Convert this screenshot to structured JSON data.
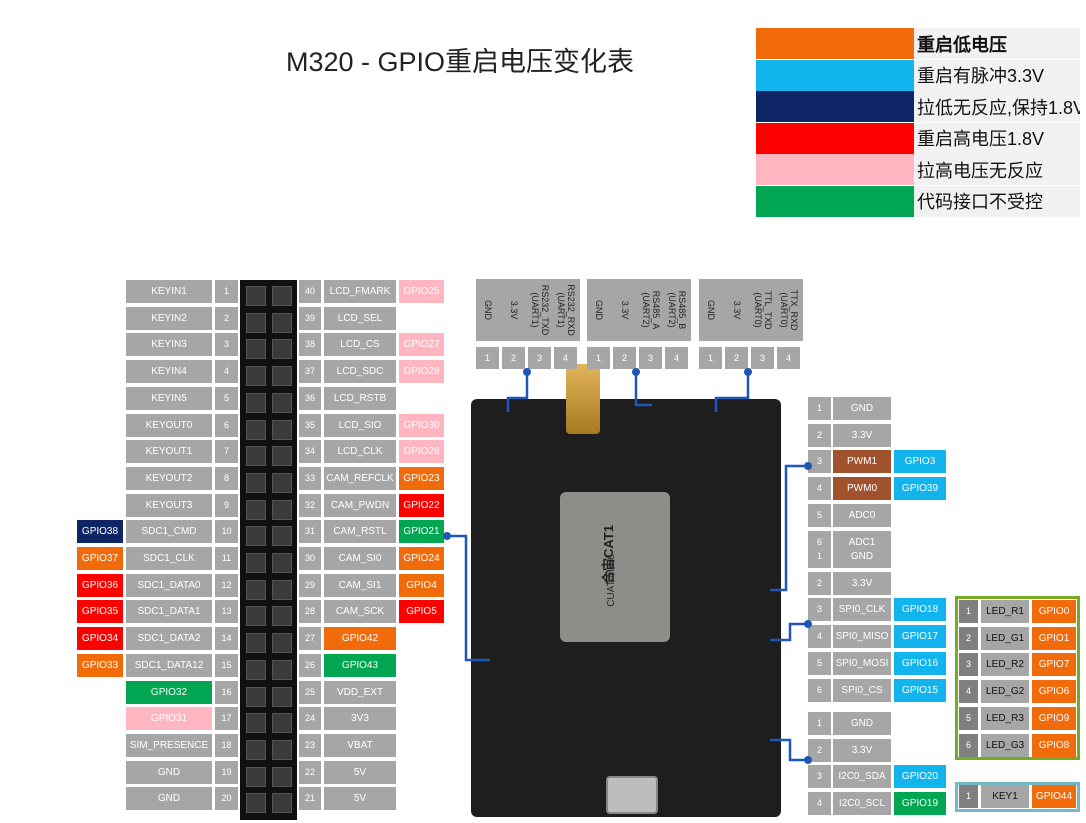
{
  "title": "M320 - GPIO重启电压变化表",
  "colors": {
    "orange": "#f26b0a",
    "cyan": "#12b4ee",
    "navy": "#0e2566",
    "red": "#ff0000",
    "pink": "#ffb6c1",
    "green": "#00a651",
    "gray": "#a6a6a6"
  },
  "legend": [
    {
      "color": "orange",
      "text": "重启低电压"
    },
    {
      "color": "cyan",
      "text": "重启有脉冲3.3V"
    },
    {
      "color": "navy",
      "text": "拉低无反应,保持1.8V"
    },
    {
      "color": "red",
      "text": "重启高电压1.8V"
    },
    {
      "color": "pink",
      "text": "拉高电压无反应"
    },
    {
      "color": "green",
      "text": "代码接口不受控"
    }
  ],
  "left_header": {
    "left_rows": [
      {
        "ext": "",
        "ext_color": "",
        "name": "KEYIN1",
        "pin": "1"
      },
      {
        "ext": "",
        "ext_color": "",
        "name": "KEYIN2",
        "pin": "2"
      },
      {
        "ext": "",
        "ext_color": "",
        "name": "KEYIN3",
        "pin": "3"
      },
      {
        "ext": "",
        "ext_color": "",
        "name": "KEYIN4",
        "pin": "4"
      },
      {
        "ext": "",
        "ext_color": "",
        "name": "KEYIN5",
        "pin": "5"
      },
      {
        "ext": "",
        "ext_color": "",
        "name": "KEYOUT0",
        "pin": "6"
      },
      {
        "ext": "",
        "ext_color": "",
        "name": "KEYOUT1",
        "pin": "7"
      },
      {
        "ext": "",
        "ext_color": "",
        "name": "KEYOUT2",
        "pin": "8"
      },
      {
        "ext": "",
        "ext_color": "",
        "name": "KEYOUT3",
        "pin": "9"
      },
      {
        "ext": "GPIO38",
        "ext_color": "navy",
        "name": "SDC1_CMD",
        "pin": "10"
      },
      {
        "ext": "GPIO37",
        "ext_color": "orange",
        "name": "SDC1_CLK",
        "pin": "11"
      },
      {
        "ext": "GPIO36",
        "ext_color": "red",
        "name": "SDC1_DATA0",
        "pin": "12"
      },
      {
        "ext": "GPIO35",
        "ext_color": "red",
        "name": "SDC1_DATA1",
        "pin": "13"
      },
      {
        "ext": "GPIO34",
        "ext_color": "red",
        "name": "SDC1_DATA2",
        "pin": "14"
      },
      {
        "ext": "GPIO33",
        "ext_color": "orange",
        "name": "SDC1_DATA12",
        "pin": "15"
      },
      {
        "ext": "",
        "ext_color": "",
        "name": "GPIO32",
        "name_color": "green",
        "pin": "16"
      },
      {
        "ext": "",
        "ext_color": "",
        "name": "GPIO31",
        "name_color": "pink",
        "pin": "17"
      },
      {
        "ext": "",
        "ext_color": "",
        "name": "SIM_PRESENCE",
        "pin": "18"
      },
      {
        "ext": "",
        "ext_color": "",
        "name": "GND",
        "pin": "19"
      },
      {
        "ext": "",
        "ext_color": "",
        "name": "GND",
        "pin": "20"
      }
    ],
    "right_rows": [
      {
        "pin": "40",
        "name": "LCD_FMARK",
        "ext": "GPIO25",
        "ext_color": "pink"
      },
      {
        "pin": "39",
        "name": "LCD_SEL",
        "ext": "",
        "ext_color": ""
      },
      {
        "pin": "38",
        "name": "LCD_CS",
        "ext": "GPIO27",
        "ext_color": "pink"
      },
      {
        "pin": "37",
        "name": "LCD_SDC",
        "ext": "GPIO29",
        "ext_color": "pink"
      },
      {
        "pin": "36",
        "name": "LCD_RSTB",
        "ext": "",
        "ext_color": ""
      },
      {
        "pin": "35",
        "name": "LCD_SIO",
        "ext": "GPIO30",
        "ext_color": "pink"
      },
      {
        "pin": "34",
        "name": "LCD_CLK",
        "ext": "GPIO28",
        "ext_color": "pink"
      },
      {
        "pin": "33",
        "name": "CAM_REFCLK",
        "ext": "GPIO23",
        "ext_color": "orange"
      },
      {
        "pin": "32",
        "name": "CAM_PWDN",
        "ext": "GPIO22",
        "ext_color": "red"
      },
      {
        "pin": "31",
        "name": "CAM_RSTL",
        "ext": "GPIO21",
        "ext_color": "green"
      },
      {
        "pin": "30",
        "name": "CAM_SI0",
        "ext": "GPIO24",
        "ext_color": "orange"
      },
      {
        "pin": "29",
        "name": "CAM_SI1",
        "ext": "GPIO4",
        "ext_color": "orange"
      },
      {
        "pin": "28",
        "name": "CAM_SCK",
        "ext": "GPIO5",
        "ext_color": "red"
      },
      {
        "pin": "27",
        "name": "GPIO42",
        "name_color": "orange",
        "ext": "",
        "ext_color": ""
      },
      {
        "pin": "26",
        "name": "GPIO43",
        "name_color": "green",
        "ext": "",
        "ext_color": ""
      },
      {
        "pin": "25",
        "name": "VDD_EXT",
        "ext": "",
        "ext_color": ""
      },
      {
        "pin": "24",
        "name": "3V3",
        "ext": "",
        "ext_color": ""
      },
      {
        "pin": "23",
        "name": "VBAT",
        "ext": "",
        "ext_color": ""
      },
      {
        "pin": "22",
        "name": "5V",
        "ext": "",
        "ext_color": ""
      },
      {
        "pin": "21",
        "name": "5V",
        "ext": "",
        "ext_color": ""
      }
    ]
  },
  "top_connectors": [
    {
      "labels": [
        "GND",
        "3.3V",
        "RS232_TXD\n(UART1)",
        "RS232_RXD\n(UART1)"
      ],
      "pins": [
        "1",
        "2",
        "3",
        "4"
      ]
    },
    {
      "labels": [
        "GND",
        "3.3V",
        "RS485_A\n(UART2)",
        "RS485_B\n(UART2)"
      ],
      "pins": [
        "1",
        "2",
        "3",
        "4"
      ]
    },
    {
      "labels": [
        "GND",
        "3.3V",
        "TTL_TXD\n(UART0)",
        "TTX_RXD\n(UART0)"
      ],
      "pins": [
        "1",
        "2",
        "3",
        "4"
      ]
    }
  ],
  "right_connectors": [
    {
      "rows": [
        {
          "pin": "1",
          "name": "GND",
          "ext": "",
          "ext_color": ""
        },
        {
          "pin": "2",
          "name": "3.3V",
          "ext": "",
          "ext_color": ""
        },
        {
          "pin": "3",
          "name": "PWM1",
          "name_color": "brown",
          "ext": "GPIO3",
          "ext_color": "cyan"
        },
        {
          "pin": "4",
          "name": "PWM0",
          "name_color": "brown",
          "ext": "GPIO39",
          "ext_color": "cyan"
        },
        {
          "pin": "5",
          "name": "ADC0",
          "ext": "",
          "ext_color": ""
        },
        {
          "pin": "6",
          "name": "ADC1",
          "ext": "",
          "ext_color": ""
        }
      ]
    },
    {
      "rows": [
        {
          "pin": "1",
          "name": "GND",
          "ext": "",
          "ext_color": ""
        },
        {
          "pin": "2",
          "name": "3.3V",
          "ext": "",
          "ext_color": ""
        },
        {
          "pin": "3",
          "name": "SPI0_CLK",
          "ext": "GPIO18",
          "ext_color": "cyan"
        },
        {
          "pin": "4",
          "name": "SPI0_MISO",
          "ext": "GPIO17",
          "ext_color": "cyan"
        },
        {
          "pin": "5",
          "name": "SPI0_MOSI",
          "ext": "GPIO16",
          "ext_color": "cyan"
        },
        {
          "pin": "6",
          "name": "SPI0_CS",
          "ext": "GPIO15",
          "ext_color": "cyan"
        }
      ]
    },
    {
      "rows": [
        {
          "pin": "1",
          "name": "GND",
          "ext": "",
          "ext_color": ""
        },
        {
          "pin": "2",
          "name": "3.3V",
          "ext": "",
          "ext_color": ""
        },
        {
          "pin": "3",
          "name": "I2C0_SDA",
          "ext": "GPIO20",
          "ext_color": "cyan"
        },
        {
          "pin": "4",
          "name": "I2C0_SCL",
          "ext": "GPIO19",
          "ext_color": "green"
        }
      ]
    }
  ],
  "led_group": [
    {
      "pin": "1",
      "name": "LED_R1",
      "ext": "GPIO0"
    },
    {
      "pin": "2",
      "name": "LED_G1",
      "ext": "GPIO1"
    },
    {
      "pin": "3",
      "name": "LED_R2",
      "ext": "GPIO7"
    },
    {
      "pin": "4",
      "name": "LED_G2",
      "ext": "GPIO6"
    },
    {
      "pin": "5",
      "name": "LED_R3",
      "ext": "GPIO9"
    },
    {
      "pin": "6",
      "name": "LED_G3",
      "ext": "GPIO8"
    }
  ],
  "key_group": {
    "pin": "1",
    "name": "KEY1",
    "ext": "GPIO44"
  },
  "board": {
    "module_brand": "合宙CAT1",
    "module_model": "CUAT-MZ-6"
  }
}
